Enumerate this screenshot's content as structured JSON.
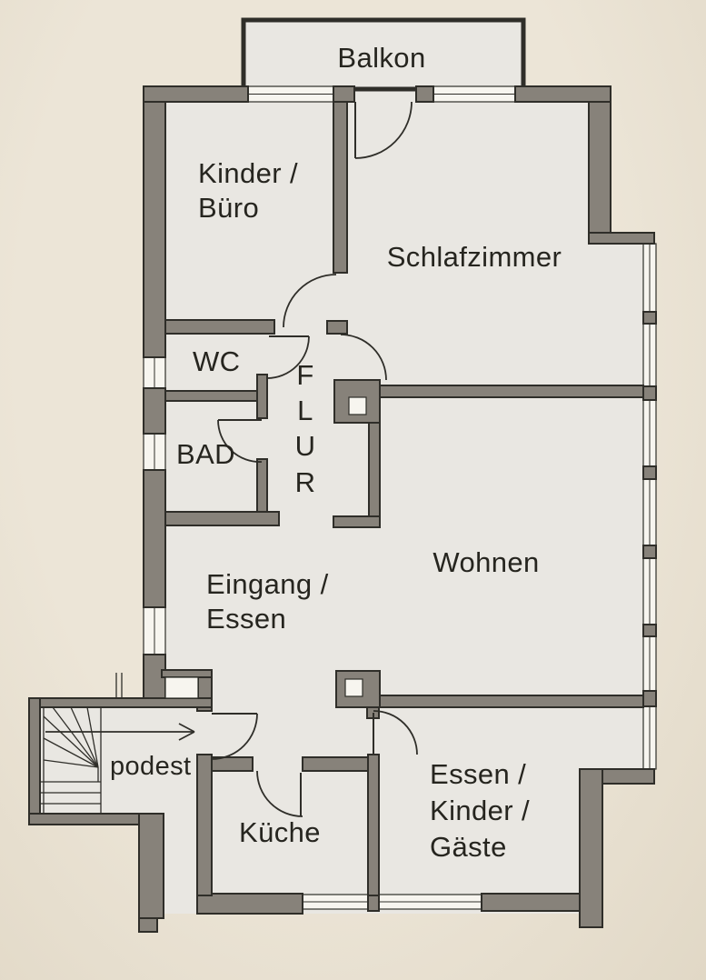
{
  "meta": {
    "type": "apartment floor plan",
    "language": "de"
  },
  "colors": {
    "background": "#ece5d7",
    "background_edge": "#e1d8c6",
    "floor": "#e9e7e2",
    "wall_fill": "#87827a",
    "wall_outline": "#2f2e29",
    "line": "#2f2e29",
    "window_fill": "#f7f5ef",
    "text": "#26251f"
  },
  "rooms": [
    {
      "id": "balkon",
      "label": "Balkon"
    },
    {
      "id": "kinder-buero",
      "label": "Kinder / Büro"
    },
    {
      "id": "schlafzimmer",
      "label": "Schlafzimmer"
    },
    {
      "id": "wc",
      "label": "WC"
    },
    {
      "id": "bad",
      "label": "BAD"
    },
    {
      "id": "flur",
      "label": "FLUR"
    },
    {
      "id": "wohnen",
      "label": "Wohnen"
    },
    {
      "id": "eingang-essen",
      "label": "Eingang / Essen"
    },
    {
      "id": "podest",
      "label": "podest"
    },
    {
      "id": "kueche",
      "label": "Küche"
    },
    {
      "id": "essen-kinder-gaeste",
      "label": "Essen / Kinder / Gäste"
    }
  ],
  "labels": {
    "balkon": "Balkon",
    "kinder_buero_1": "Kinder /",
    "kinder_buero_2": "Büro",
    "schlafzimmer": "Schlafzimmer",
    "wc": "WC",
    "bad": "BAD",
    "flur_1": "F",
    "flur_2": "L",
    "flur_3": "U",
    "flur_4": "R",
    "wohnen": "Wohnen",
    "eingang_1": "Eingang /",
    "eingang_2": "Essen",
    "podest": "podest",
    "kueche": "Küche",
    "ekg_1": "Essen /",
    "ekg_2": "Kinder /",
    "ekg_3": "Gäste"
  }
}
